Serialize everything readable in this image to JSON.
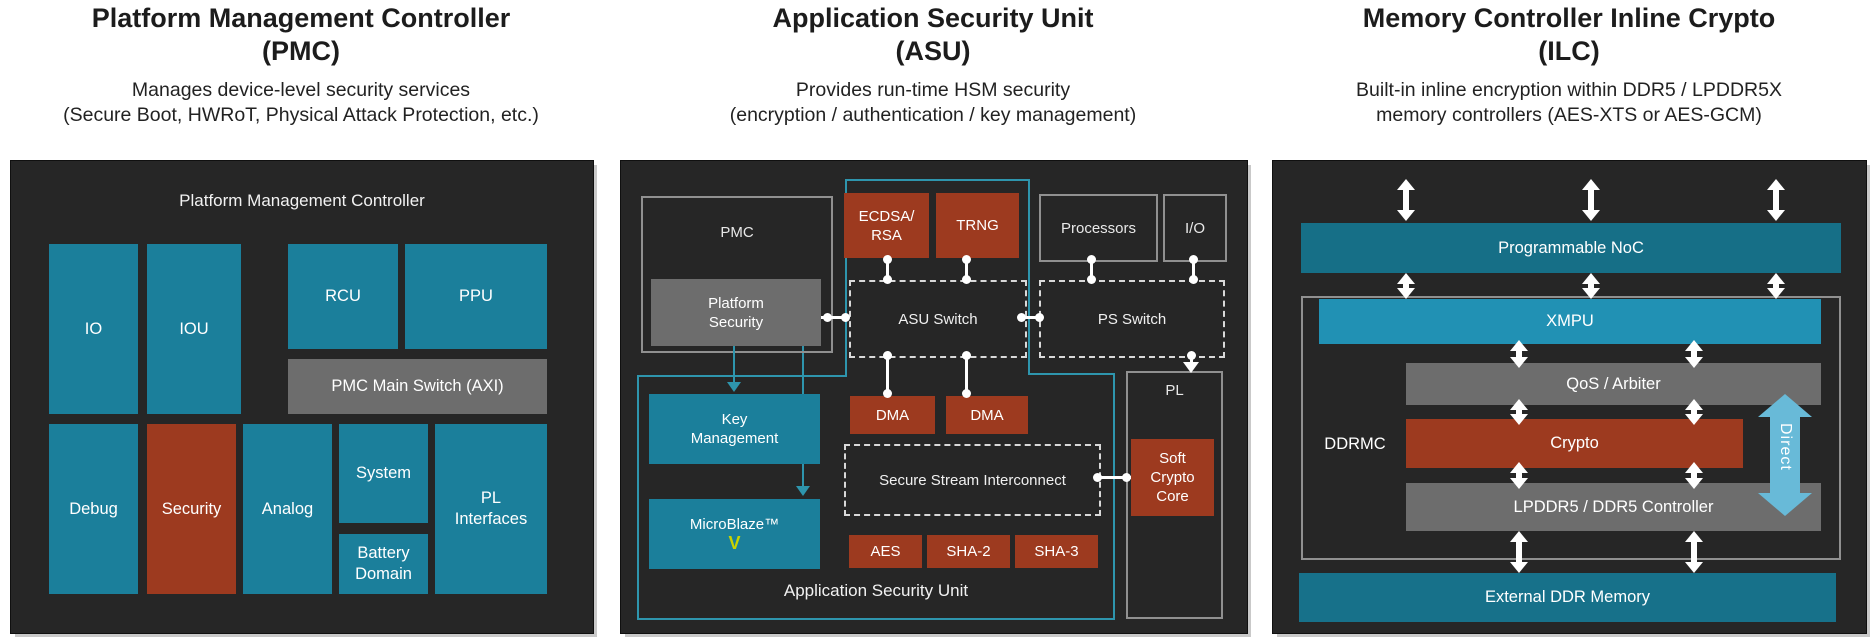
{
  "panels": {
    "pmc": {
      "title_line1": "Platform Management Controller",
      "title_line2": "(PMC)",
      "subtitle_line1": "Manages device-level security services",
      "subtitle_line2": "(Secure Boot, HWRoT, Physical Attack Protection, etc.)",
      "diagram_label": "Platform Management Controller",
      "blocks": {
        "io": "IO",
        "iou": "IOU",
        "rcu": "RCU",
        "ppu": "PPU",
        "main_switch": "PMC Main Switch (AXI)",
        "debug": "Debug",
        "security": "Security",
        "analog": "Analog",
        "system": "System",
        "battery": "Battery\nDomain",
        "pl_interfaces": "PL\nInterfaces"
      }
    },
    "asu": {
      "title_line1": "Application Security Unit",
      "title_line2": "(ASU)",
      "subtitle_line1": "Provides run-time HSM security",
      "subtitle_line2": "(encryption / authentication / key management)",
      "diagram_label": "Application Security Unit",
      "blocks": {
        "pmc": "PMC",
        "platform_security": "Platform\nSecurity",
        "ecdsa_rsa": "ECDSA/\nRSA",
        "trng": "TRNG",
        "processors": "Processors",
        "io": "I/O",
        "asu_switch": "ASU Switch",
        "ps_switch": "PS Switch",
        "dma1": "DMA",
        "dma2": "DMA",
        "key_management": "Key\nManagement",
        "microblaze": "MicroBlaze™",
        "microblaze_v": "V",
        "secure_stream": "Secure Stream Interconnect",
        "aes": "AES",
        "sha2": "SHA-2",
        "sha3": "SHA-3",
        "pl": "PL",
        "soft_crypto": "Soft\nCrypto\nCore"
      }
    },
    "ilc": {
      "title_line1": "Memory Controller Inline Crypto",
      "title_line2": "(ILC)",
      "subtitle_line1": "Built-in inline encryption within DDR5 / LPDDR5X",
      "subtitle_line2": "memory controllers (AES-XTS or AES-GCM)",
      "blocks": {
        "noc": "Programmable NoC",
        "ddrmc": "DDRMC",
        "xmpu": "XMPU",
        "qos": "QoS / Arbiter",
        "crypto": "Crypto",
        "lpddr": "LPDDR5 / DDR5 Controller",
        "direct": "Direct",
        "ext_ddr": "External DDR Memory"
      }
    }
  },
  "colors": {
    "panel_bg": "#262626",
    "teal_block": "#1b7f9b",
    "red_block": "#9d3a1f",
    "gray_block": "#6d6d6d",
    "noc_teal": "#166f87",
    "xmpu_teal": "#2191b4",
    "ext_ddr_teal": "#17718a",
    "asu_boundary_teal": "#2e95ad",
    "direct_arrow_blue": "#68bad8",
    "microblaze_v_yellow": "#c9d300",
    "connector_white": "#ffffff"
  }
}
